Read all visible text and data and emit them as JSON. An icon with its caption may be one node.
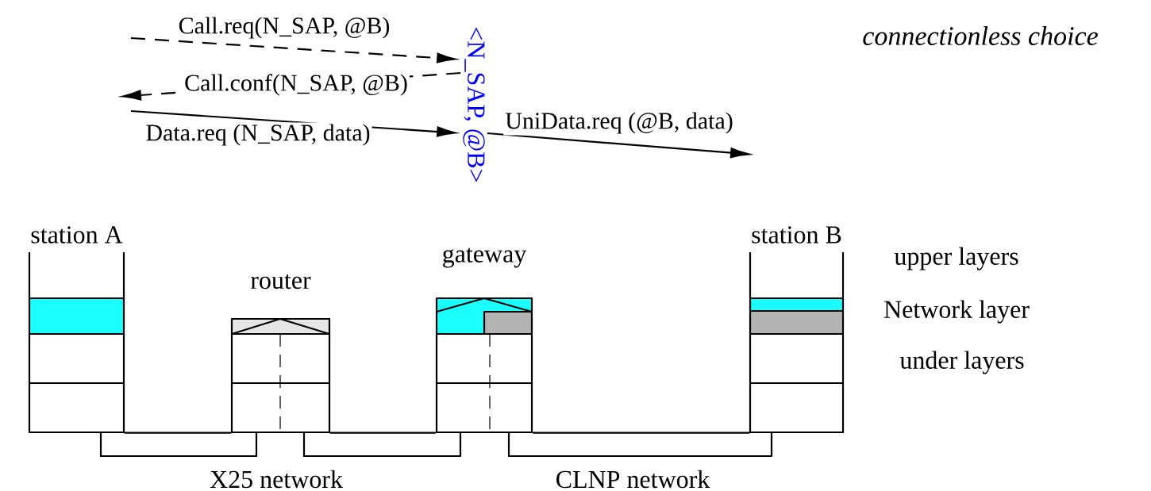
{
  "diagram": {
    "title": "connectionless choice",
    "nodes": [
      {
        "text": [
          "<N_SAP, @B>"
        ]
      },
      {
        "text": [
          "station A"
        ]
      },
      {
        "text": [
          "router"
        ]
      },
      {
        "text": [
          "gateway"
        ]
      },
      {
        "text": [
          "station B"
        ]
      }
    ],
    "edges": [
      {
        "from": null,
        "to": 0,
        "arrow": "to",
        "label": "Call.req(N_SAP, @B)",
        "style": "dashed"
      },
      {
        "from": 0,
        "to": null,
        "arrow": "to",
        "label": "Call.conf(N_SAP, @B)",
        "style": "dashed"
      },
      {
        "from": null,
        "to": 0,
        "arrow": "to",
        "label": "Data.req (N_SAP, data)"
      },
      {
        "from": 0,
        "to": null,
        "arrow": "to",
        "label": "UniData.req (@B, data)"
      },
      {
        "from": 1,
        "to": 2,
        "arrow": "none"
      },
      {
        "from": 2,
        "to": 3,
        "arrow": "none"
      },
      {
        "from": 3,
        "to": 4,
        "arrow": "none"
      }
    ],
    "labels": [
      "upper layers",
      "Network layer",
      "under layers",
      "X25 network",
      "CLNP network"
    ]
  }
}
